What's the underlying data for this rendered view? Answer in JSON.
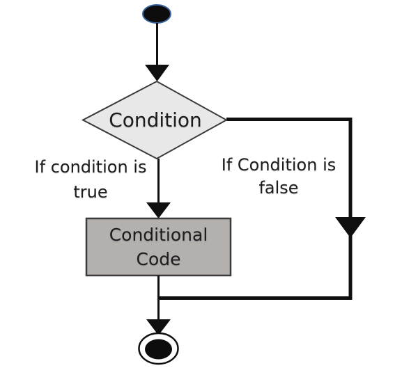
{
  "flowchart": {
    "decision": {
      "label": "Condition",
      "shape": "diamond"
    },
    "process": {
      "label": "Conditional\nCode",
      "shape": "rectangle"
    },
    "start_node": {
      "shape": "filled-ellipse"
    },
    "end_node": {
      "shape": "ringed-ellipse"
    },
    "branches": {
      "true_branch": {
        "label": "If condition is\ntrue"
      },
      "false_branch": {
        "label": "If Condition is\nfalse"
      }
    }
  },
  "colors": {
    "background": "#ffffff",
    "line": "#0f0f0f",
    "shape_stroke": "#3b3b3b",
    "diamond_fill": "#e9e8e8",
    "box_fill": "#b3b0ae",
    "node_fill": "#0d0d0d",
    "start_node_halo": "#3a66a0",
    "end_ring_fill": "#ffffff",
    "text": "#1d1d1d"
  }
}
